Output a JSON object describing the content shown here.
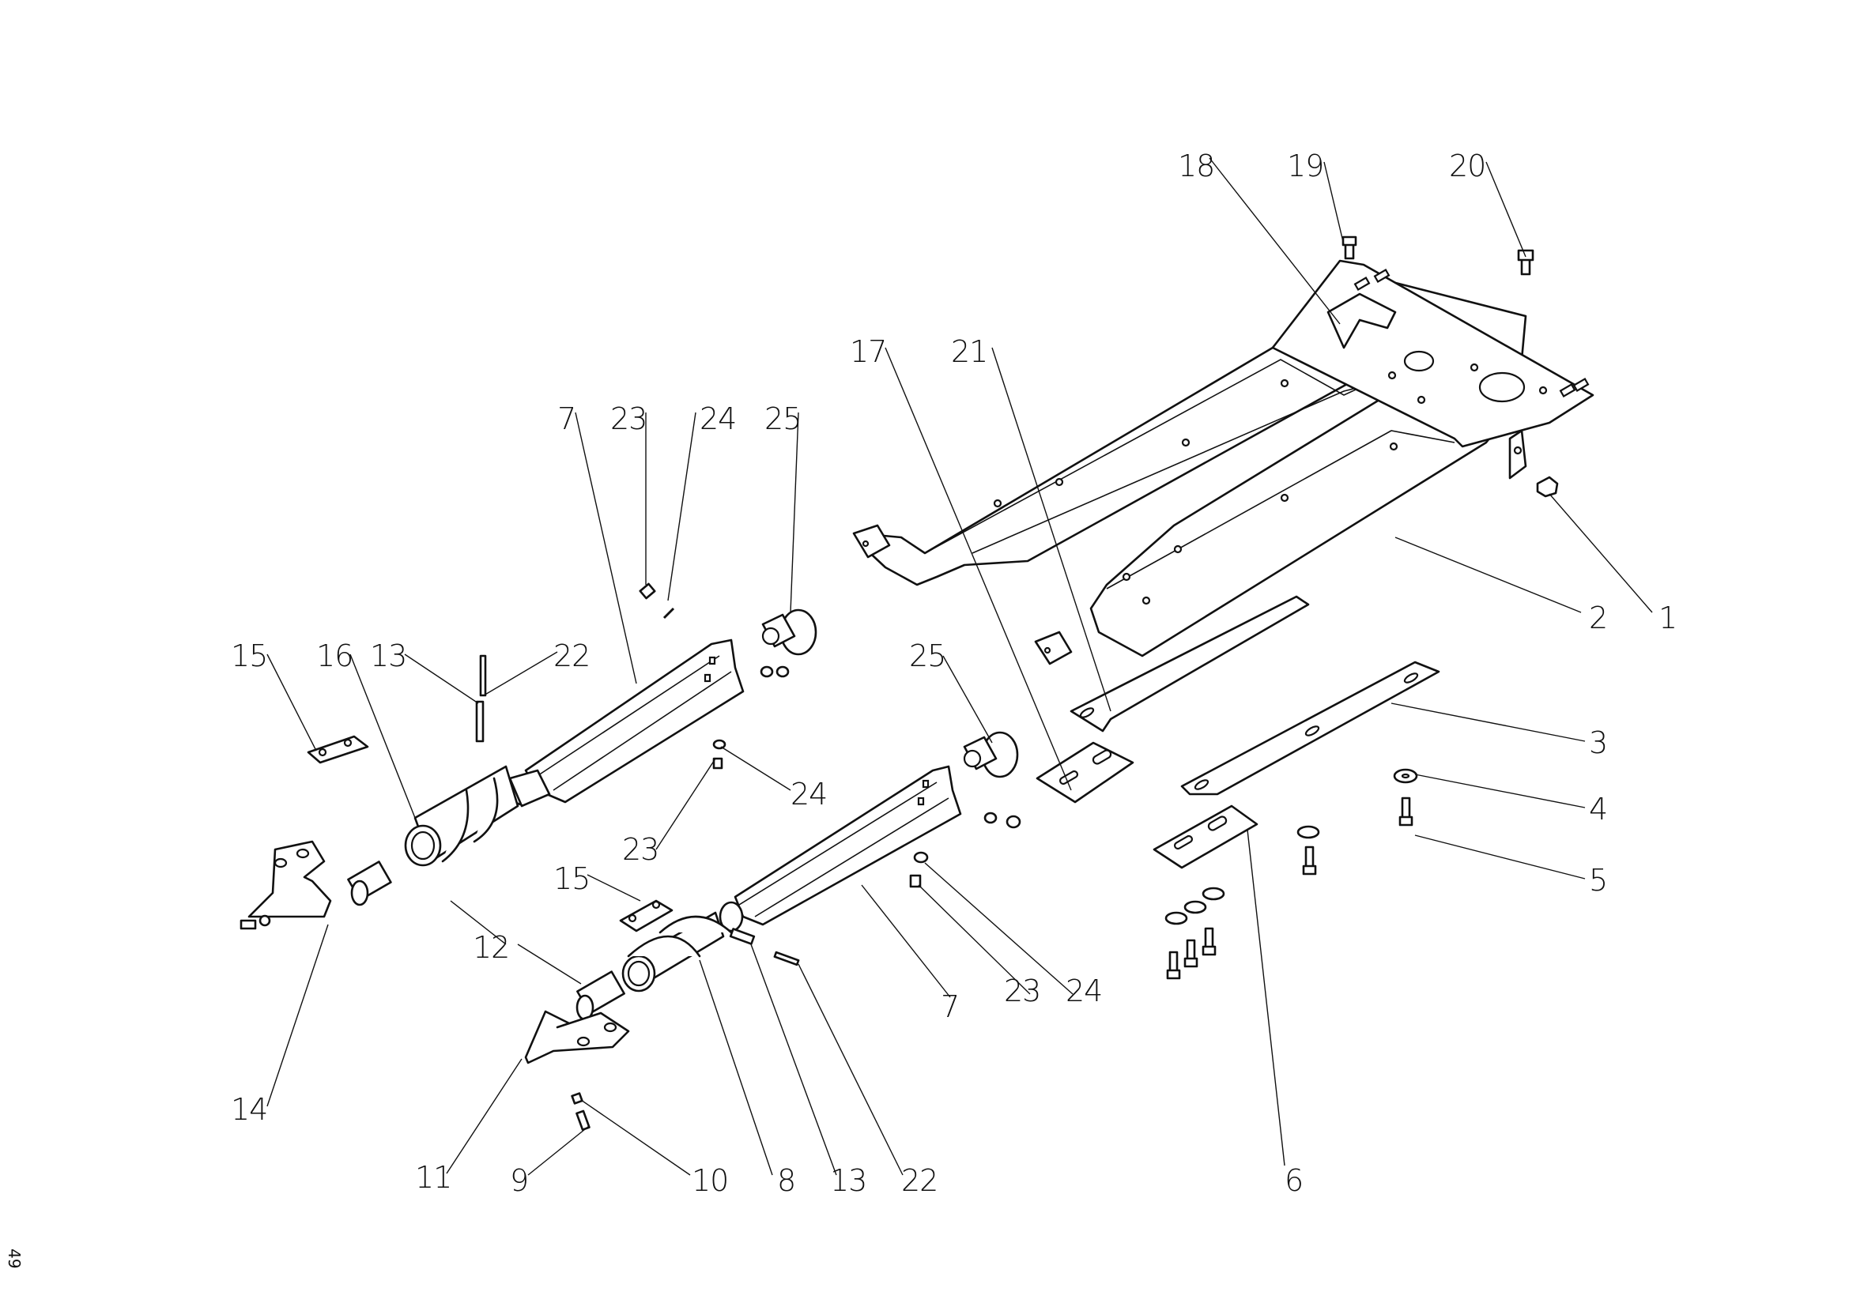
{
  "document": {
    "type": "exploded parts diagram",
    "page_number": "49"
  },
  "callouts": [
    {
      "id": "c18",
      "label": "18"
    },
    {
      "id": "c19",
      "label": "19"
    },
    {
      "id": "c20",
      "label": "20"
    },
    {
      "id": "c17",
      "label": "17"
    },
    {
      "id": "c21",
      "label": "21"
    },
    {
      "id": "c7a",
      "label": "7"
    },
    {
      "id": "c23a",
      "label": "23"
    },
    {
      "id": "c24a",
      "label": "24"
    },
    {
      "id": "c25a",
      "label": "25"
    },
    {
      "id": "c2",
      "label": "2"
    },
    {
      "id": "c1",
      "label": "1"
    },
    {
      "id": "c15a",
      "label": "15"
    },
    {
      "id": "c16",
      "label": "16"
    },
    {
      "id": "c13a",
      "label": "13"
    },
    {
      "id": "c22a",
      "label": "22"
    },
    {
      "id": "c25b",
      "label": "25"
    },
    {
      "id": "c3",
      "label": "3"
    },
    {
      "id": "c24b",
      "label": "24"
    },
    {
      "id": "c4",
      "label": "4"
    },
    {
      "id": "c23b",
      "label": "23"
    },
    {
      "id": "c5",
      "label": "5"
    },
    {
      "id": "c15b",
      "label": "15"
    },
    {
      "id": "c12",
      "label": "12"
    },
    {
      "id": "c7b",
      "label": "7"
    },
    {
      "id": "c23c",
      "label": "23"
    },
    {
      "id": "c24c",
      "label": "24"
    },
    {
      "id": "c14",
      "label": "14"
    },
    {
      "id": "c11",
      "label": "11"
    },
    {
      "id": "c9",
      "label": "9"
    },
    {
      "id": "c10",
      "label": "10"
    },
    {
      "id": "c8",
      "label": "8"
    },
    {
      "id": "c13b",
      "label": "13"
    },
    {
      "id": "c22b",
      "label": "22"
    },
    {
      "id": "c6",
      "label": "6"
    }
  ]
}
